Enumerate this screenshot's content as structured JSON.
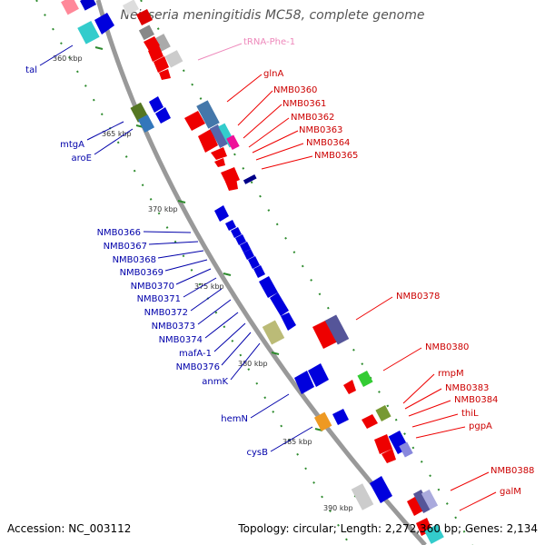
{
  "title": "Neisseria meningitidis MC58, complete genome",
  "footer": {
    "accession": "Accession: NC_003112",
    "stats": "Topology: circular; Length: 2,272,360 bp; Genes: 2,134"
  },
  "colors": {
    "forward_label": "#cc0000",
    "reverse_label": "#0000aa",
    "trna_label": "#ee88bb",
    "backbone": "#999999"
  },
  "ruler": [
    "360 kbp",
    "365 kbp",
    "370 kbp",
    "375 kbp",
    "380 kbp",
    "385 kbp",
    "390 kbp"
  ],
  "genes_right": [
    "tRNA-Phe-1",
    "glnA",
    "NMB0360",
    "NMB0361",
    "NMB0362",
    "NMB0363",
    "NMB0364",
    "NMB0365",
    "NMB0378",
    "NMB0380",
    "rmpM",
    "NMB0383",
    "NMB0384",
    "thiL",
    "pgpA",
    "NMB0388",
    "galM"
  ],
  "genes_left": [
    "tal",
    "mtgA",
    "aroE",
    "NMB0366",
    "NMB0367",
    "NMB0368",
    "NMB0369",
    "NMB0370",
    "NMB0371",
    "NMB0372",
    "NMB0373",
    "NMB0374",
    "mafA-1",
    "NMB0376",
    "anmK",
    "hemN",
    "cysB"
  ]
}
